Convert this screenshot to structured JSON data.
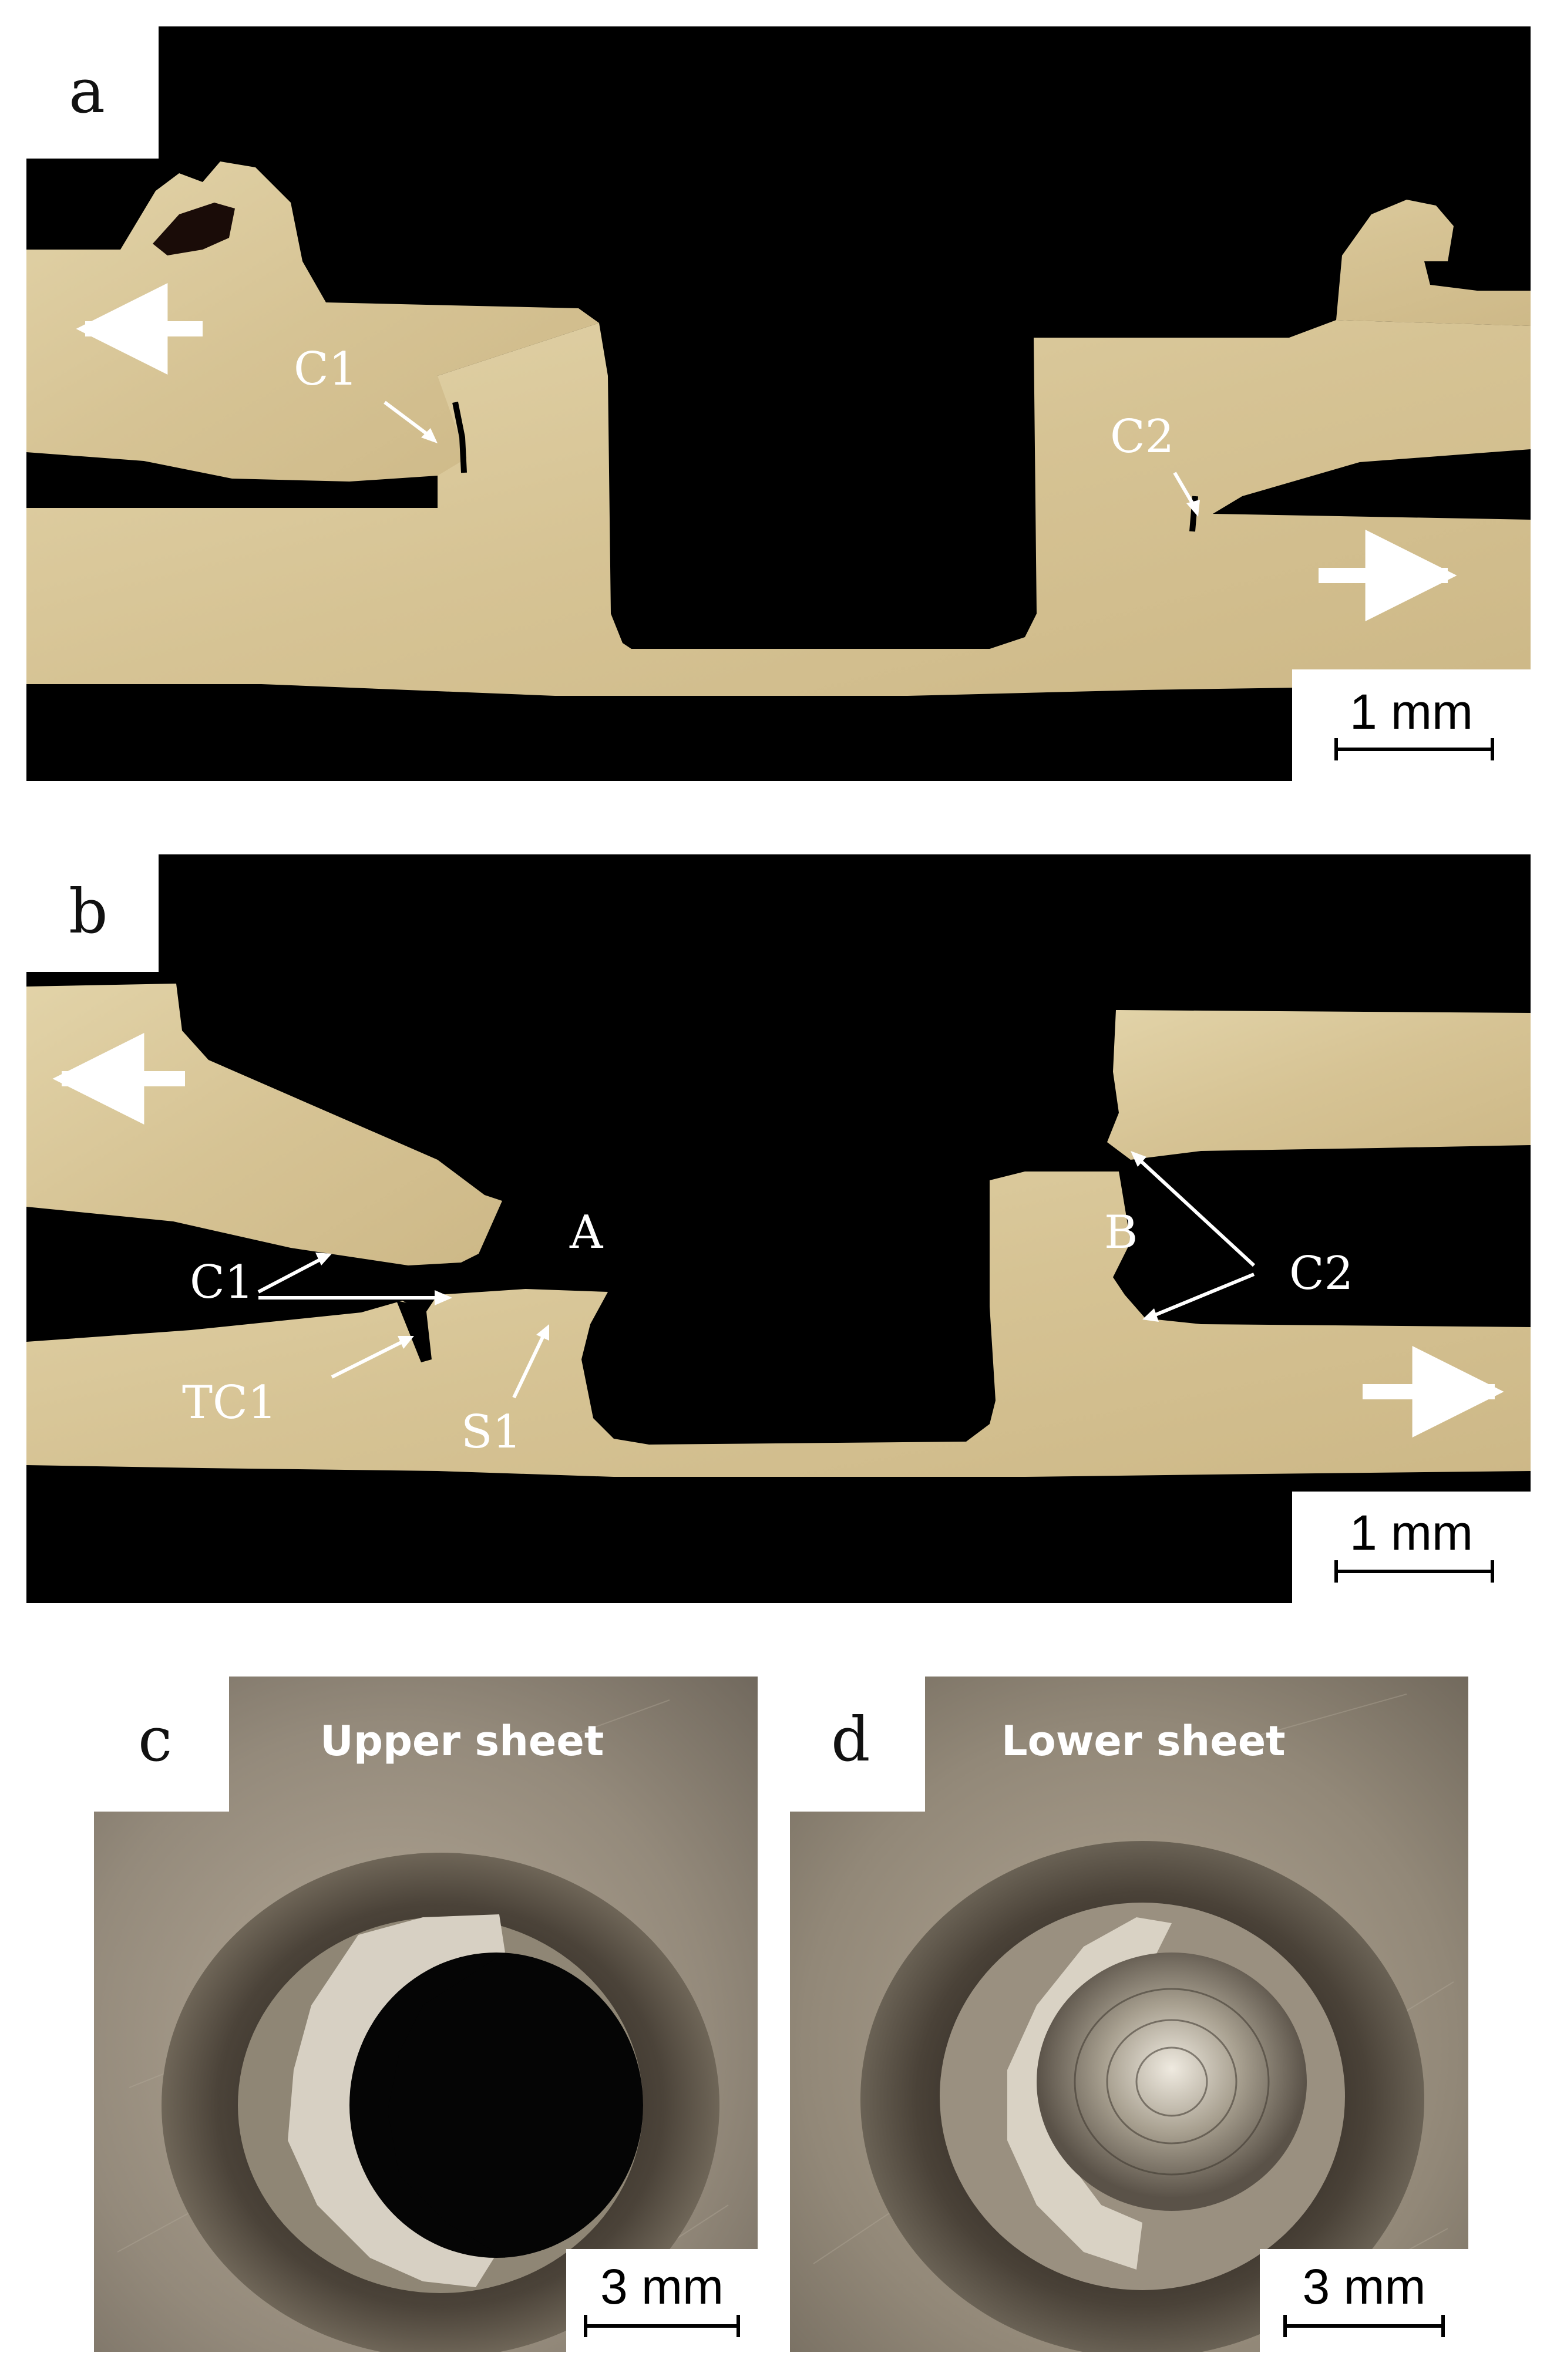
{
  "figure": {
    "panels": [
      {
        "letter": "a",
        "scale": "1 mm",
        "labels": {
          "c1": "C1",
          "c2": "C2"
        }
      },
      {
        "letter": "b",
        "scale": "1 mm",
        "labels": {
          "a": "A",
          "b": "B",
          "c1": "C1",
          "c2": "C2",
          "tc1": "TC1",
          "s1": "S1"
        }
      },
      {
        "letter": "c",
        "title": "Upper sheet",
        "scale": "3 mm"
      },
      {
        "letter": "d",
        "title": "Lower sheet",
        "scale": "3 mm"
      }
    ]
  },
  "colors": {
    "metal": "#d9c79a",
    "background": "#000000",
    "label": "#ffffff"
  }
}
